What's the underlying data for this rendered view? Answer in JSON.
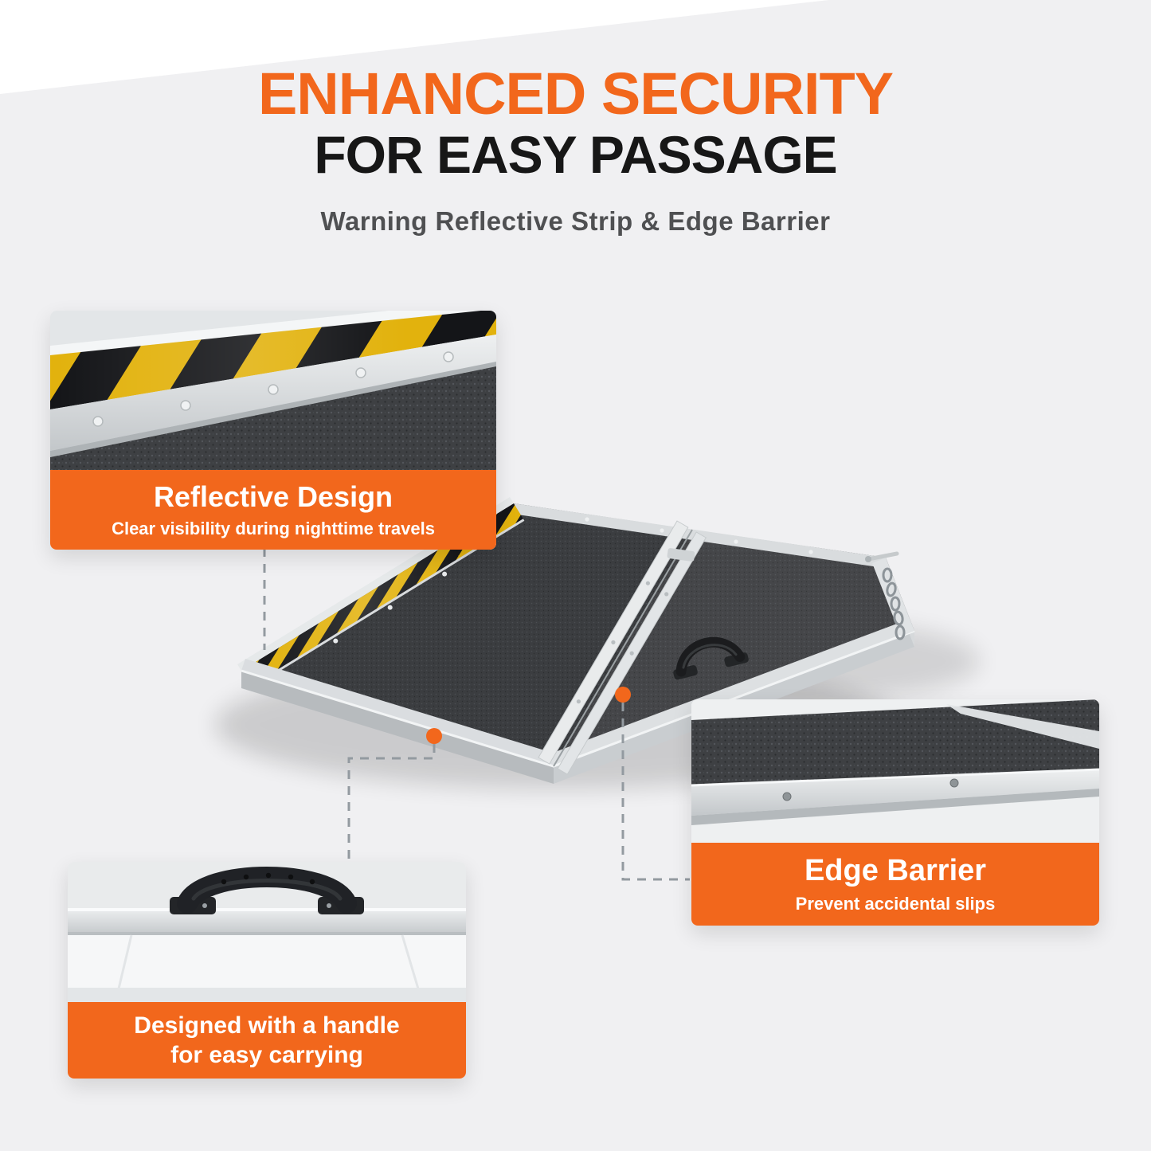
{
  "colors": {
    "accent": "#F2671C",
    "warning_yellow": "#E2B20D",
    "warning_black": "#141518",
    "title_dark": "#171717",
    "background": "#F0F0F2"
  },
  "header": {
    "title": "ENHANCED SECURITY",
    "subtitle": "FOR EASY PASSAGE",
    "tagline": "Warning Reflective Strip & Edge Barrier"
  },
  "callouts": {
    "reflective": {
      "title": "Reflective Design",
      "desc": "Clear visibility during nighttime travels"
    },
    "edge": {
      "title": "Edge Barrier",
      "desc": "Prevent accidental slips"
    },
    "handle": {
      "title": "Designed with a handle for easy carrying"
    }
  }
}
